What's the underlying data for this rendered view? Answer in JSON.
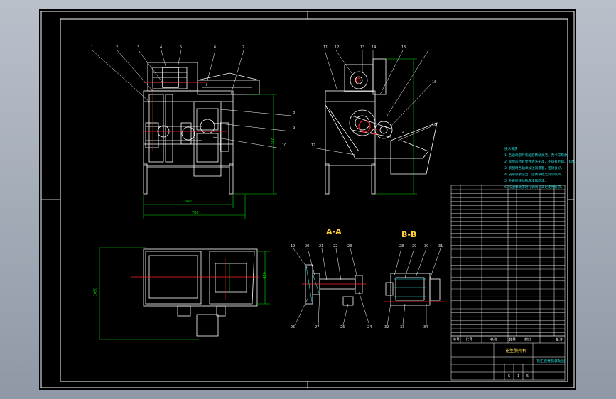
{
  "front_view": {
    "balloons": [
      "1",
      "2",
      "3",
      "4",
      "5",
      "6",
      "7"
    ],
    "right_balloons": [
      "8",
      "9",
      "10"
    ],
    "dims": {
      "height": "760",
      "width_inner": "660",
      "width_outer": "780"
    }
  },
  "side_view": {
    "balloons_top": [
      "11",
      "12",
      "13",
      "14",
      "15"
    ],
    "balloons_right": [
      "16",
      "14",
      "18"
    ],
    "balloon_left": "17"
  },
  "plan_view": {
    "dims": {
      "left": "1050",
      "right": "450"
    }
  },
  "section_a": {
    "title": "A-A",
    "balloons_top": [
      "19",
      "20",
      "21",
      "22",
      "23"
    ],
    "balloons_bottom": [
      "25",
      "27",
      "26",
      "24"
    ]
  },
  "section_b": {
    "title": "B-B",
    "balloons_top": [
      "28",
      "29",
      "30",
      "31"
    ],
    "balloons_bottom": [
      "32",
      "33",
      "34"
    ]
  },
  "notes": {
    "title": "技术要求",
    "lines": [
      "1. 各运动部件装配后转动灵活，无卡滞现象。",
      "2. 装配前所有零件清洗干净，不得有毛刺、飞边。",
      "3. 装配时各轴承加注润滑脂，密封良好。",
      "4. 皮带张紧适当，运转平稳无异常噪声。",
      "5. 外表面涂防锈底漆和面漆。",
      "6. 按图样要求进行调试，满足使用要求。"
    ]
  },
  "title_block": {
    "name": "花生脱壳机",
    "drawing_title": "花生脱壳机装配图",
    "headers": [
      "序号",
      "代号",
      "名称",
      "数量",
      "材料",
      "备注"
    ],
    "sheet_labels": [
      "S",
      "1",
      "5"
    ]
  },
  "colors": {
    "frame": "#ffffff",
    "part": "#ffffff",
    "dim": "#00e000",
    "axis": "#ff2020",
    "section": "#ffd23a",
    "note": "#2ee0e0"
  }
}
